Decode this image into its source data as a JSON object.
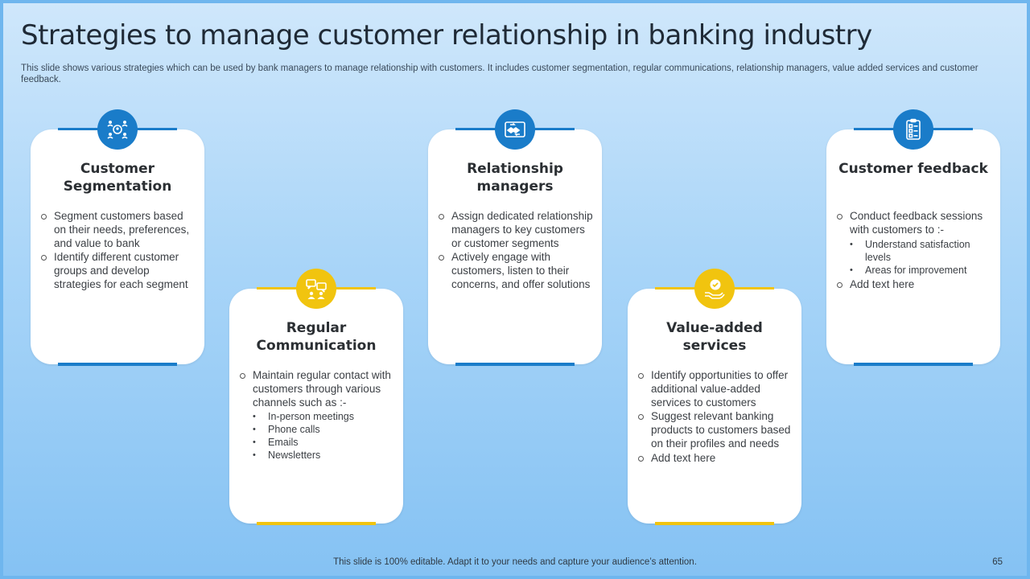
{
  "slide": {
    "title": "Strategies to manage customer relationship in banking industry",
    "subtitle": "This slide shows various strategies which can be used by bank managers to manage relationship with customers. It includes customer segmentation, regular communications, relationship managers, value added services and customer feedback.",
    "footer": "This slide is 100% editable. Adapt it to your needs and capture your audience’s attention.",
    "page_number": "65"
  },
  "colors": {
    "blue": "#1a7cc9",
    "yellow": "#f1c40f",
    "background": "#a9d5f8"
  },
  "cards": [
    {
      "icon": "people-network-icon",
      "title": "Customer Segmentation",
      "points": [
        {
          "text": "Segment customers based on their needs, preferences, and value to bank"
        },
        {
          "text": "Identify different customer groups and develop strategies for each segment"
        }
      ]
    },
    {
      "icon": "communication-chat-icon",
      "title": "Regular Communication",
      "points": [
        {
          "text": "Maintain regular contact with customers through various channels such as :-",
          "sub": [
            "In-person  meetings",
            "Phone calls",
            "Emails",
            "Newsletters"
          ]
        }
      ]
    },
    {
      "icon": "handshake-icon",
      "title": "Relationship managers",
      "points": [
        {
          "text": "Assign dedicated relationship managers to key customers or customer segments"
        },
        {
          "text": "Actively engage with customers, listen to their concerns, and offer solutions"
        }
      ]
    },
    {
      "icon": "hand-badge-icon",
      "title": "Value-added services",
      "points": [
        {
          "text": "Identify opportunities to offer additional value-added services to customers"
        },
        {
          "text": "Suggest relevant banking products to customers based on their profiles and needs"
        },
        {
          "text": "Add text here"
        }
      ]
    },
    {
      "icon": "clipboard-checklist-icon",
      "title": "Customer feedback",
      "points": [
        {
          "text": "Conduct feedback sessions with customers to :-",
          "sub": [
            "Understand satisfaction levels",
            "Areas for improvement"
          ]
        },
        {
          "text": "Add text here"
        }
      ]
    }
  ]
}
